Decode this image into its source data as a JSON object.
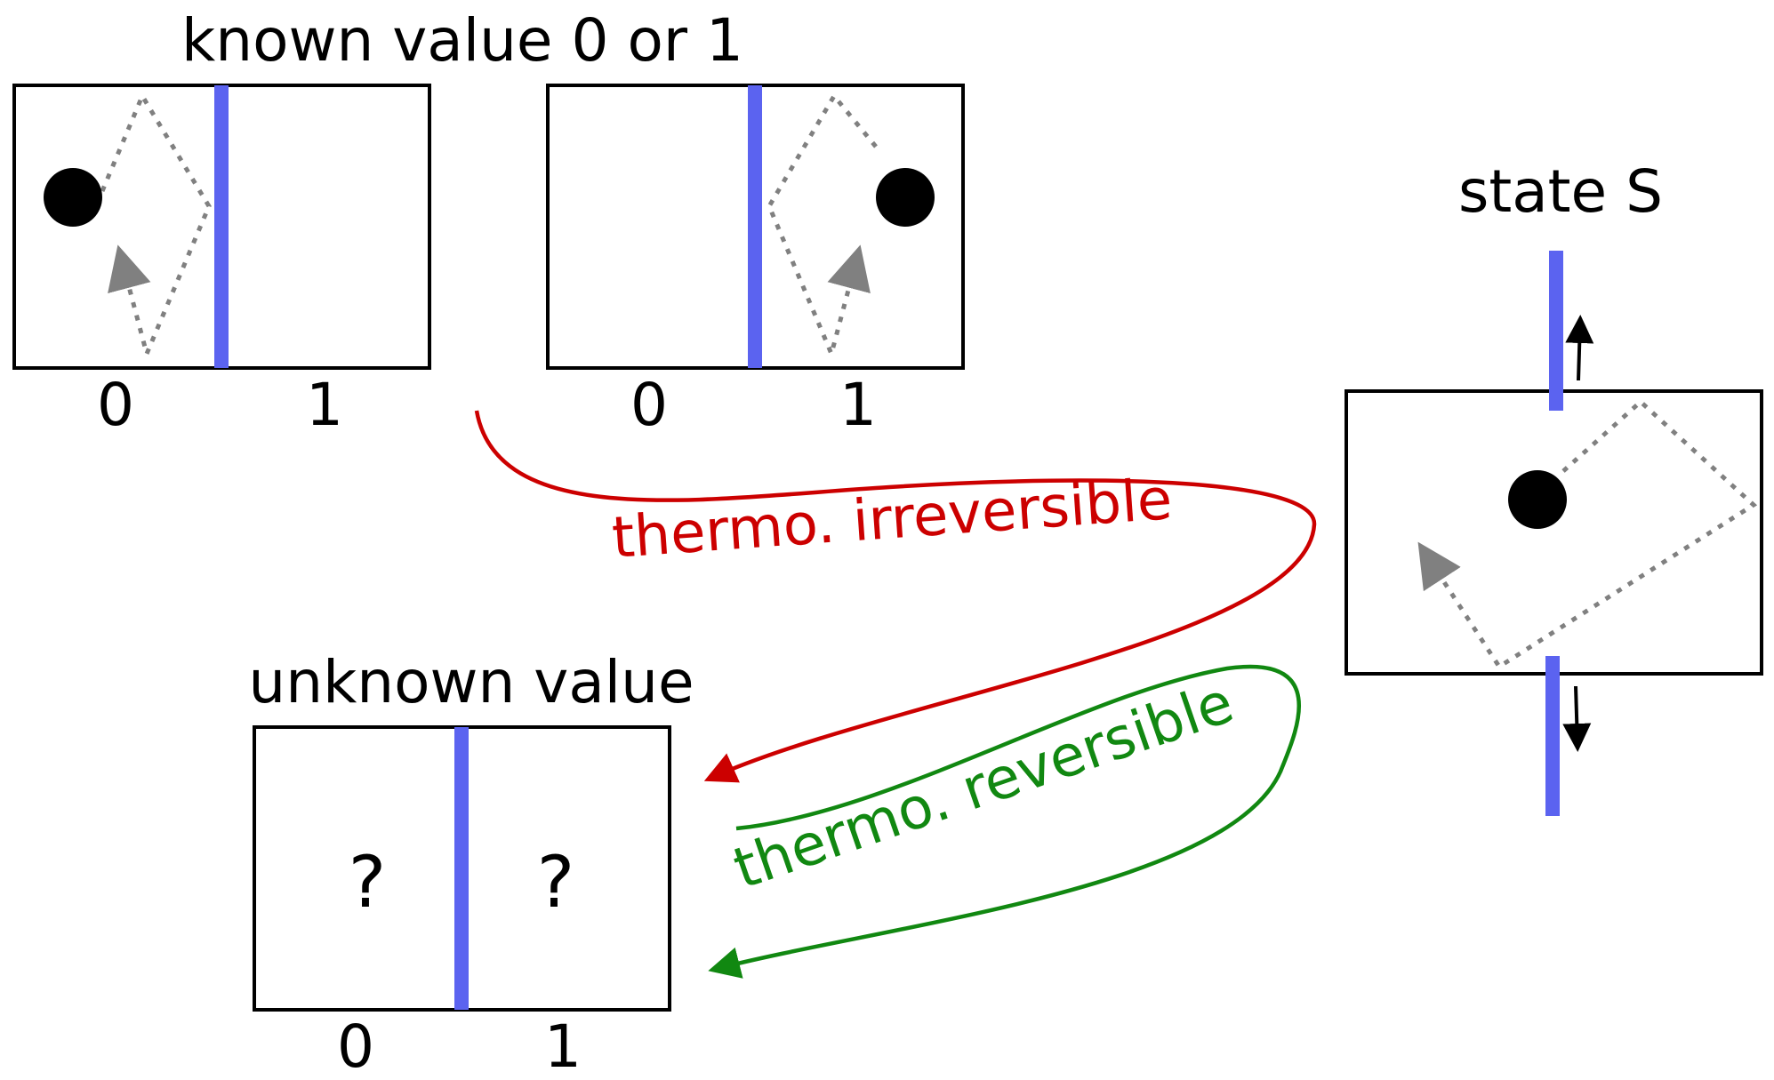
{
  "known": {
    "title": "known value 0 or 1",
    "box_left": {
      "label0": "0",
      "label1": "1"
    },
    "box_right": {
      "label0": "0",
      "label1": "1"
    }
  },
  "unknown": {
    "title": "unknown value",
    "mark_left": "?",
    "mark_right": "?",
    "label0": "0",
    "label1": "1"
  },
  "state": {
    "title": "state S"
  },
  "arrows": {
    "irreversible": {
      "label": "thermo. irreversible",
      "color": "#cc0000"
    },
    "reversible": {
      "label": "thermo. reversible",
      "color": "#118811"
    }
  },
  "colors": {
    "partition": "#5b63f0",
    "trajectory": "#808080"
  }
}
